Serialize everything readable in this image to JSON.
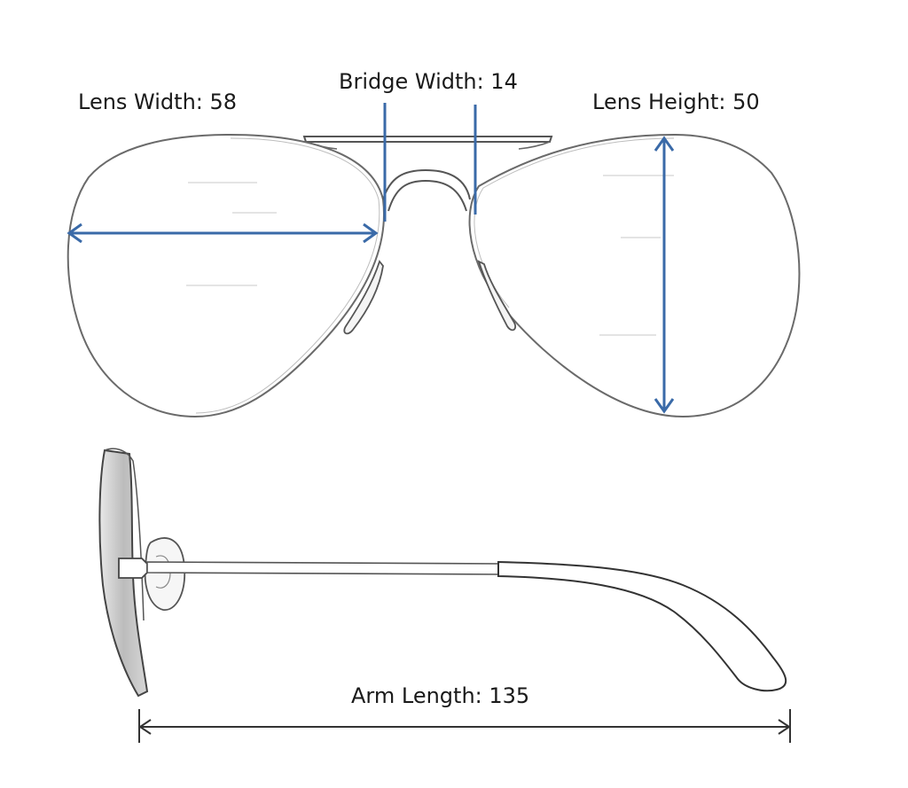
{
  "measurements": {
    "lens_width": "Lens Width: 58",
    "bridge_width": "Bridge Width: 14",
    "lens_height": "Lens Height: 50",
    "arm_length": "Arm Length: 135"
  },
  "colors": {
    "measure_line": "#3a6aa8",
    "dimension_line": "#333333",
    "frame_stroke": "#555555",
    "lens_shade": "#c9c9c9"
  }
}
